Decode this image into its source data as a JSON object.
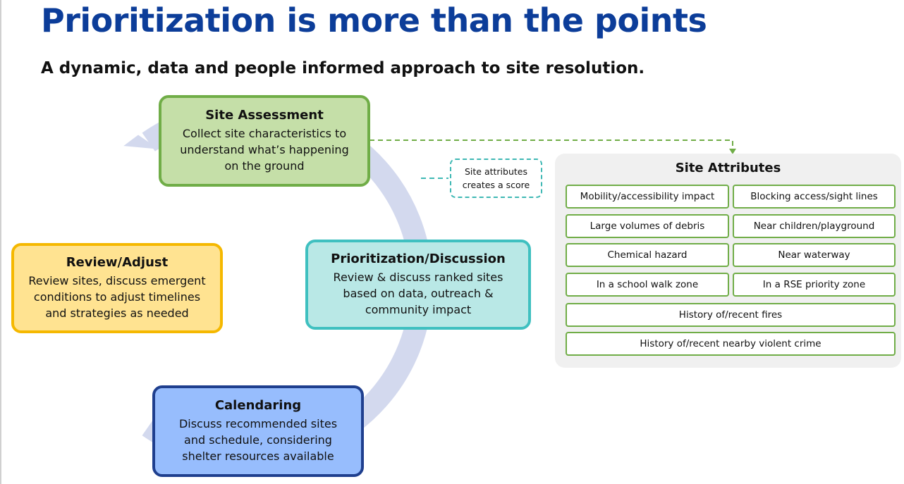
{
  "title": "Prioritization is more than the points",
  "subtitle": "A dynamic, data and people informed approach to site resolution.",
  "steps": {
    "assessment": {
      "heading": "Site Assessment",
      "lines": [
        "Collect site characteristics to",
        "understand what’s happening",
        "on the ground"
      ]
    },
    "prioritization": {
      "heading": "Prioritization/Discussion",
      "lines": [
        "Review & discuss ranked sites",
        "based on data, outreach &",
        "community impact"
      ]
    },
    "review": {
      "heading": "Review/Adjust",
      "lines": [
        "Review sites, discuss emergent",
        "conditions to adjust timelines",
        "and strategies as needed"
      ]
    },
    "calendaring": {
      "heading": "Calendaring",
      "lines": [
        "Discuss recommended sites",
        "and schedule, considering",
        "shelter resources available"
      ]
    }
  },
  "note": {
    "lines": [
      "Site attributes",
      "creates a score"
    ]
  },
  "attributes": {
    "title": "Site Attributes",
    "items": [
      "Mobility/accessibility impact",
      "Blocking access/sight lines",
      "Large volumes of debris",
      "Near children/playground",
      "Chemical hazard",
      "Near waterway",
      "In a school walk zone",
      "In a RSE priority zone",
      "History of/recent fires",
      "History of/recent nearby violent crime"
    ]
  },
  "colors": {
    "title": "#0c3d99",
    "cycle_ring": "#d3d9ee",
    "assessment_fill": "#c5dfa8",
    "assessment_border": "#70ad47",
    "prioritization_fill": "#b9e8e6",
    "prioritization_border": "#3fc0c0",
    "review_fill": "#ffe391",
    "review_border": "#f5b800",
    "calendaring_fill": "#97bdfd",
    "calendaring_border": "#1f3f8e",
    "attribute_border": "#70ad47",
    "dashed_connector": "#70ad47",
    "note_border": "#3fb8b4"
  }
}
